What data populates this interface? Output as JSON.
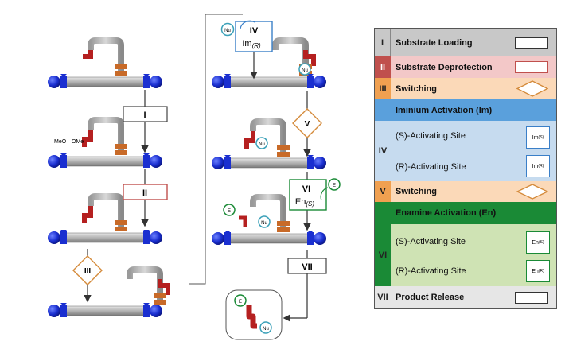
{
  "steps": {
    "I": "I",
    "II": "II",
    "III": "III",
    "IV": "IV",
    "IV_sub": "Im",
    "IV_subscript": "(R)",
    "V": "V",
    "VI": "VI",
    "VI_sub": "En",
    "VI_subscript": "(S)",
    "VII": "VII"
  },
  "labels": {
    "meo": "MeO",
    "ome": "OMe",
    "nu": "Nu",
    "e": "E"
  },
  "legend": {
    "rows": [
      {
        "num": "I",
        "text": "Substrate Loading",
        "color": "#c8c8c8"
      },
      {
        "num": "II",
        "text": "Substrate Deprotection",
        "color": "#f3c8c8"
      },
      {
        "num": "III",
        "text": "Switching",
        "color": "#fbd9b8"
      },
      {
        "num": "IV",
        "text": "Iminium Activation (Im)",
        "color": "#5aa0dc"
      },
      {
        "text_a": "(S)-Activating Site",
        "text_b": "(R)-Activating Site",
        "color": "#c6dbef"
      },
      {
        "num": "V",
        "text": "Switching",
        "color": "#fbd9b8"
      },
      {
        "num": "VI",
        "text": "Enamine Activation (En)",
        "color": "#1a8a36"
      },
      {
        "text_a": "(S)-Activating Site",
        "text_b": "(R)-Activating Site",
        "color": "#cfe3b4"
      },
      {
        "num": "VII",
        "text": "Product Release",
        "color": "#e6e6e6"
      }
    ],
    "im_s": "Im",
    "im_s_sub": "(S)",
    "im_r": "Im",
    "im_r_sub": "(R)",
    "en_s": "En",
    "en_s_sub": "(S)",
    "en_r": "En",
    "en_r_sub": "(R)",
    "num_IV": "IV",
    "num_VI": "VI",
    "num_V": "V"
  }
}
